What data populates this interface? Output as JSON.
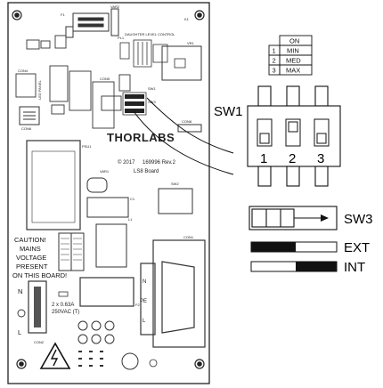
{
  "board": {
    "brand": "THORLABS",
    "copyright": "© 2017",
    "part_number": "169996 Rev.2",
    "board_name": "LS8 Board",
    "caution_lines": [
      "CAUTION!",
      "MAINS",
      "VOLTAGE",
      "PRESENT",
      "ON THIS BOARD!"
    ],
    "fuse_lines": [
      "2 x 0.63A",
      "250VAC (T)"
    ],
    "terminal_labels": [
      "N",
      "L"
    ],
    "tiny_labels": {
      "f1": "F1",
      "var2": "VAR2",
      "k1": "K1",
      "pl1": "PL1",
      "vr1": "VR1",
      "con4": "CON4",
      "con5": "CON5",
      "con6": "CON6",
      "con8": "CON8",
      "con2": "CON2",
      "con1": "CON1",
      "sw1": "SW1",
      "sw2": "SW2",
      "sw3": "SW3",
      "psu1": "PSU1",
      "var1": "VAR1",
      "led_panel": "LED PANEL",
      "daughter": "DAUGHTER LEVEL CONTROL",
      "f2": "F2",
      "n": "N",
      "pe": "PE",
      "l": "L",
      "c1": "C1",
      "l1": "L1"
    }
  },
  "table": {
    "header": "ON",
    "rows": [
      {
        "num": "1",
        "label": "MIN"
      },
      {
        "num": "2",
        "label": "MED"
      },
      {
        "num": "3",
        "label": "MAX"
      }
    ]
  },
  "callouts": {
    "sw1": "SW1",
    "sw1_numbers": [
      "1",
      "2",
      "3"
    ],
    "sw3": "SW3",
    "ext": "EXT",
    "int": "INT"
  },
  "colors": {
    "ink": "#000000",
    "board_line": "#333333",
    "background": "#ffffff",
    "shade": "#d9d9d9"
  }
}
